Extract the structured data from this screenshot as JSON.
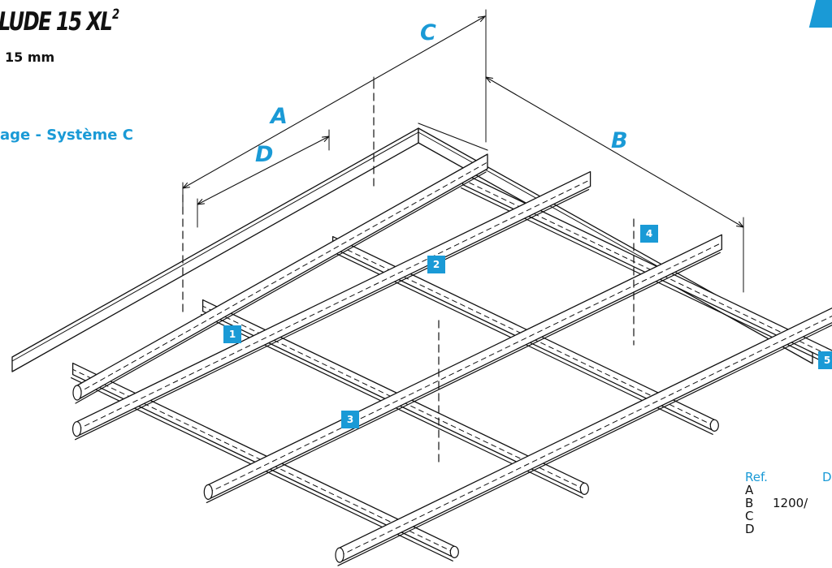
{
  "header": {
    "title": "LUDE 15 XL",
    "title_sup": "2",
    "subtitle": "15 mm",
    "section": "age - Système C"
  },
  "dimensions": [
    "A",
    "B",
    "C",
    "D"
  ],
  "badges": [
    "1",
    "2",
    "3",
    "4",
    "5"
  ],
  "legend": {
    "col_ref": "Ref.",
    "col_d": "D",
    "rows": [
      {
        "ref": "A",
        "value": ""
      },
      {
        "ref": "B",
        "value": "1200/"
      },
      {
        "ref": "C",
        "value": ""
      },
      {
        "ref": "D",
        "value": ""
      }
    ]
  },
  "colors": {
    "accent": "#1a9ad6",
    "ink": "#111111"
  }
}
